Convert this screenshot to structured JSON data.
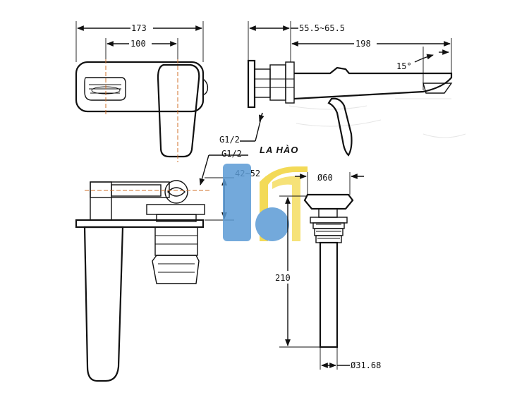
{
  "dimensions": {
    "width_total": "173",
    "width_inner": "100",
    "projection_range": "55.5~65.5",
    "spout_length": "198",
    "angle": "15°",
    "thread_top": "G1/2",
    "thread_side": "G1/2",
    "wall_range": "42~52",
    "waste_head_dia": "Ø60",
    "waste_height": "210",
    "waste_pipe_dia": "Ø31.68"
  },
  "watermark": {
    "text": "LA HÀO",
    "colors": {
      "blue": "#5b9bd5",
      "yellow": "#f2d43a",
      "accent": "#1f5fa8"
    }
  }
}
